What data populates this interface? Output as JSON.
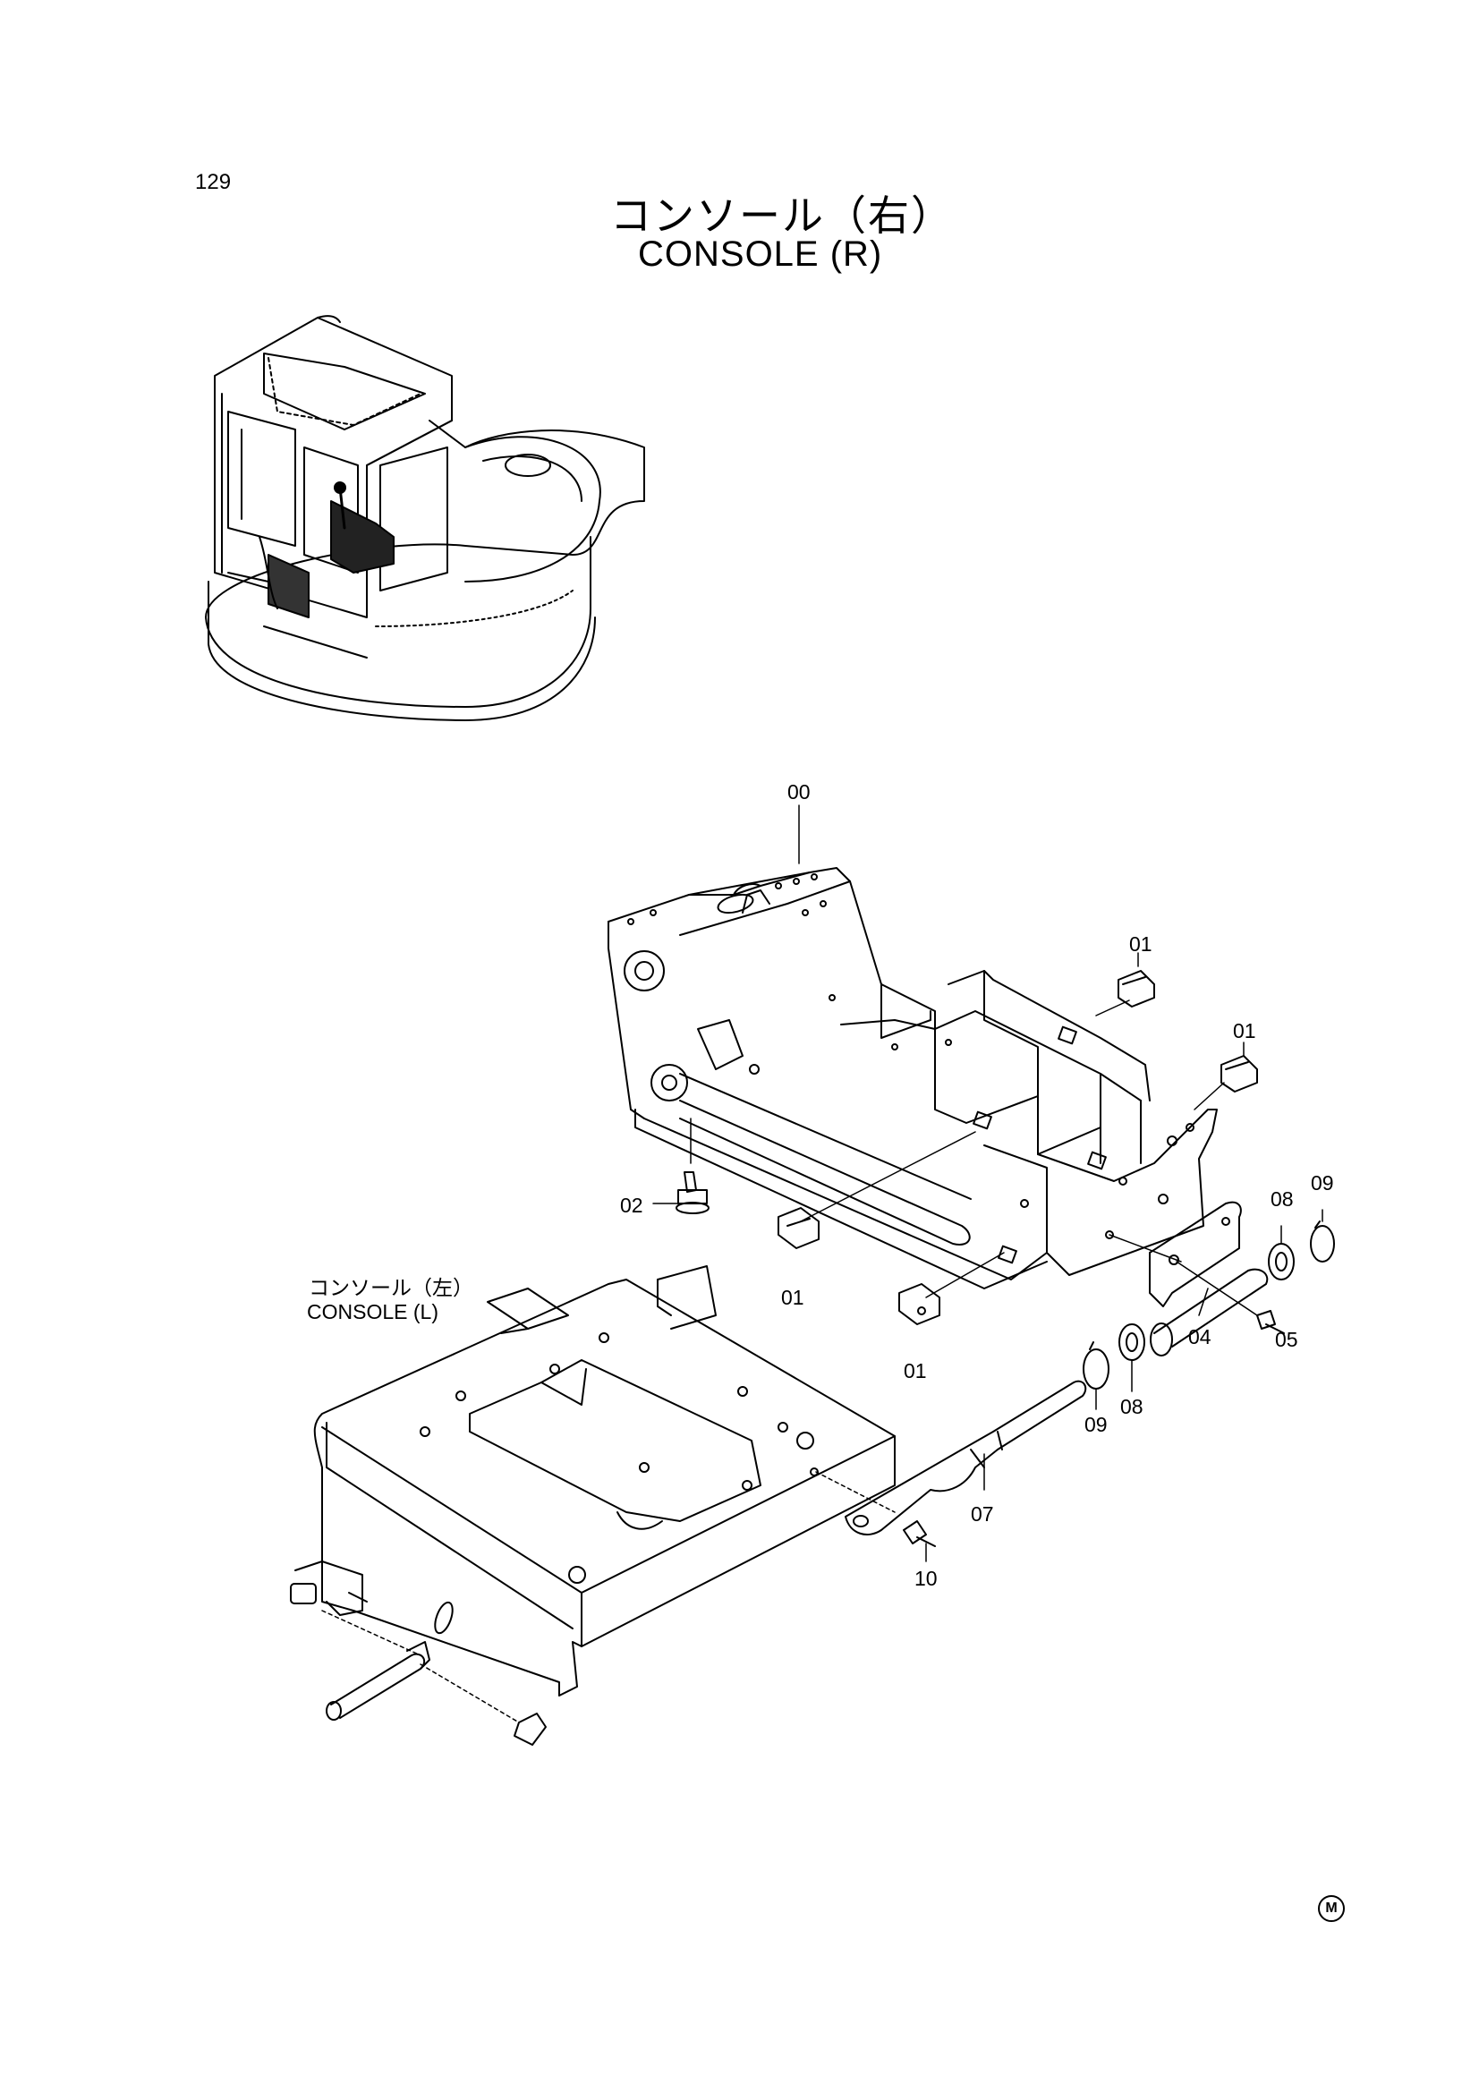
{
  "page_number": "129",
  "title_jp": "コンソール（右）",
  "title_en": "CONSOLE (R)",
  "ref_jp": "コンソール（左）",
  "ref_en": "CONSOLE (L)",
  "mark": "M",
  "callouts": {
    "c00": "00",
    "c01a": "01",
    "c01b": "01",
    "c01c": "01",
    "c01d": "01",
    "c02": "02",
    "c04": "04",
    "c05": "05",
    "c07": "07",
    "c08a": "08",
    "c08b": "08",
    "c09a": "09",
    "c09b": "09",
    "c10": "10"
  }
}
